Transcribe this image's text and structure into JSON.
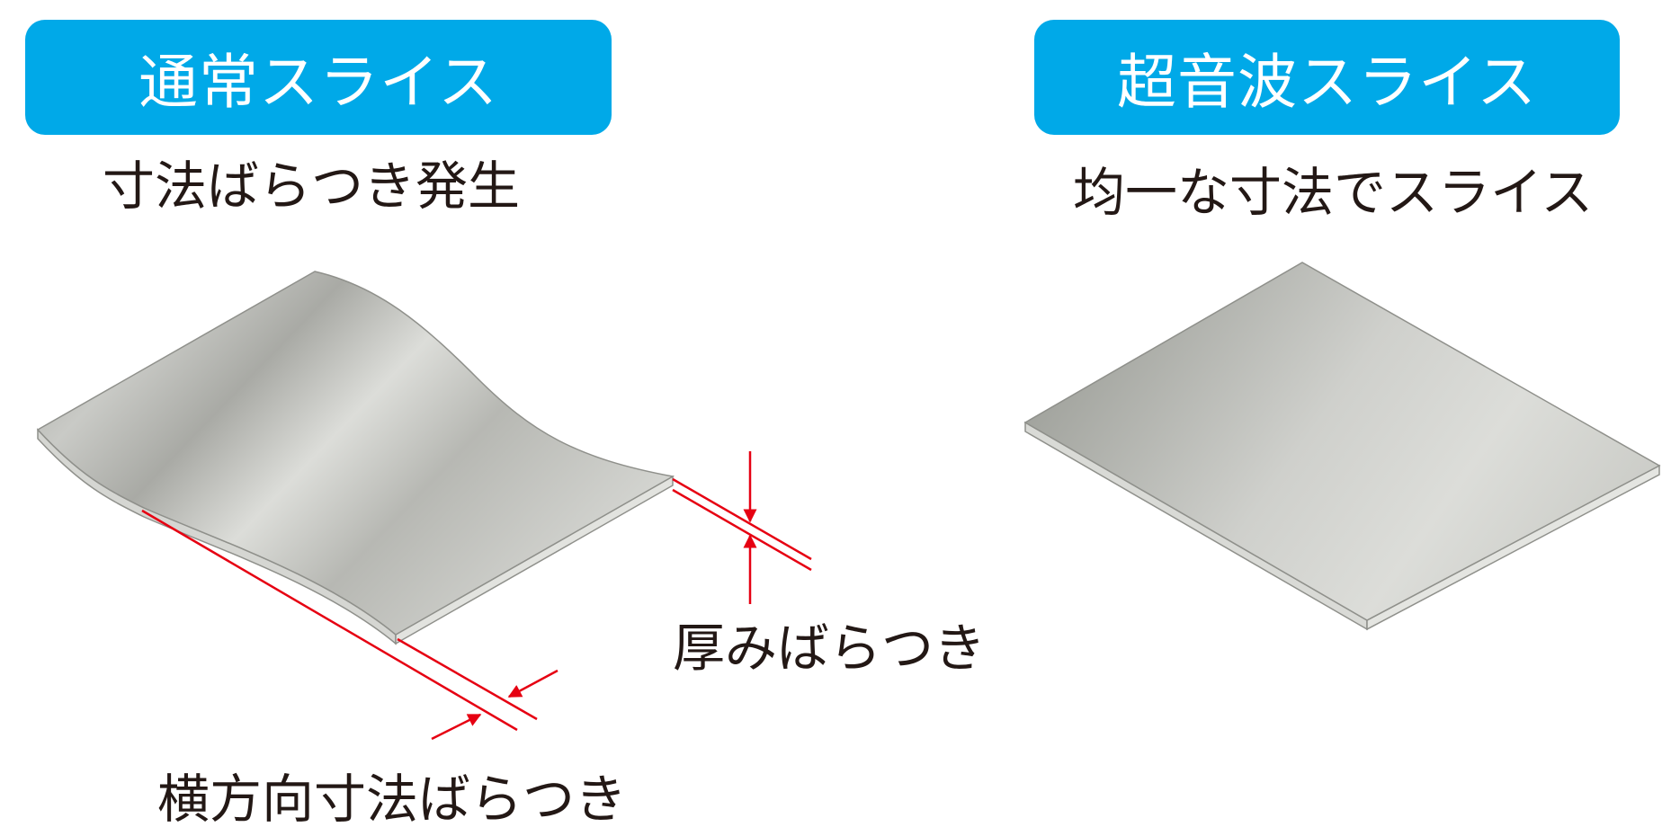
{
  "left_panel": {
    "title": "通常スライス",
    "subtitle": "寸法ばらつき発生",
    "thickness_label": "厚みばらつき",
    "width_label": "横方向寸法ばらつき"
  },
  "right_panel": {
    "title": "超音波スライス",
    "subtitle": "均一な寸法でスライス"
  },
  "colors": {
    "accent": "#00a9e8",
    "dimension": "#e60012",
    "text": "#231815"
  }
}
